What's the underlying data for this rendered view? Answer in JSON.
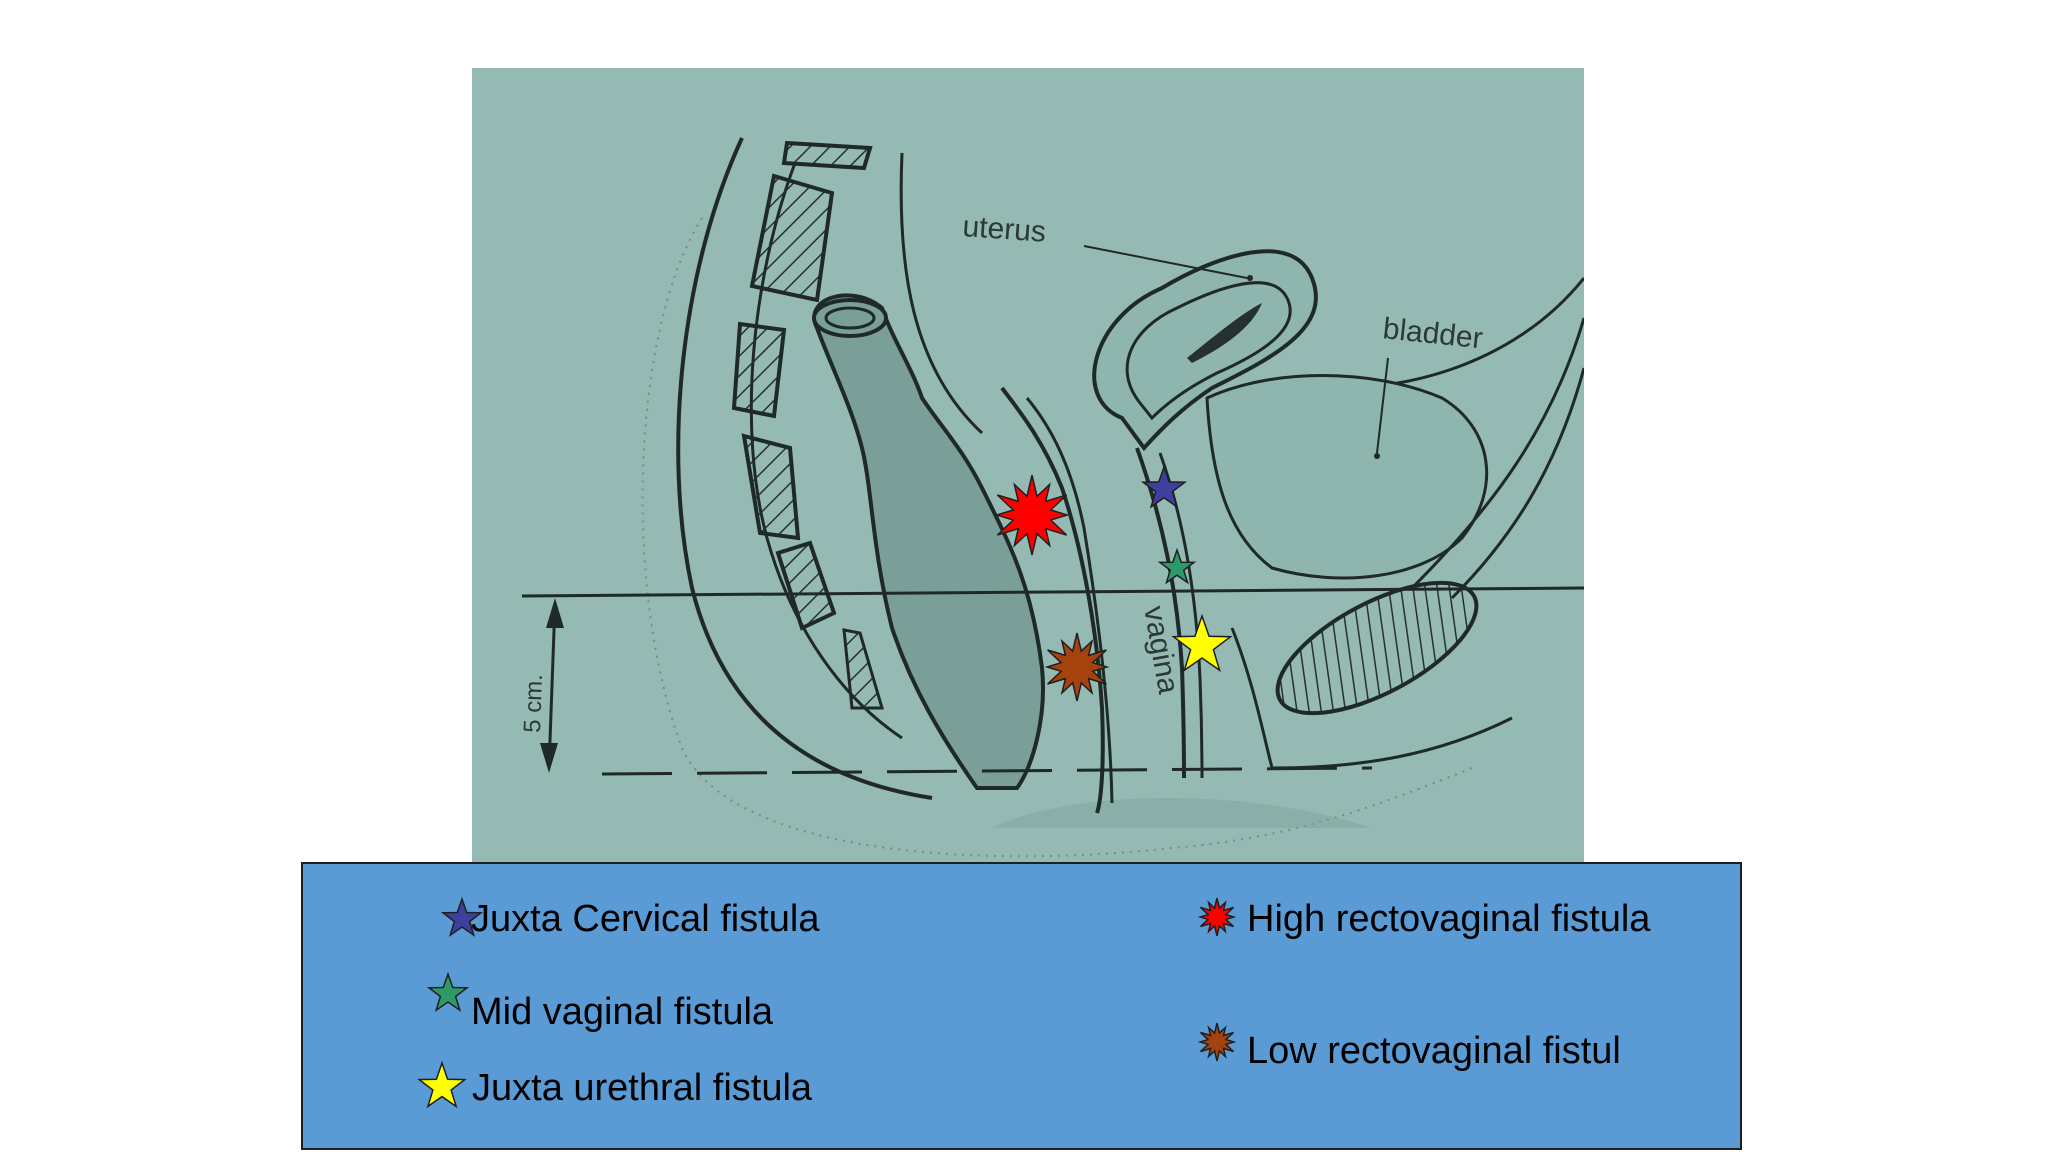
{
  "diagram": {
    "labels": {
      "uterus": "uterus",
      "bladder": "bladder",
      "vagina": "vagina",
      "distance": "5 cm."
    }
  },
  "legend": {
    "items": [
      {
        "id": "juxta-cervical",
        "label": "Juxta Cervical fistula",
        "marker": "star",
        "color": "#3f3f9f"
      },
      {
        "id": "mid-vaginal",
        "label": "Mid vaginal fistula",
        "marker": "star",
        "color": "#2e9a6a"
      },
      {
        "id": "juxta-urethral",
        "label": "Juxta urethral fistula",
        "marker": "star",
        "color": "#ffff00"
      },
      {
        "id": "high-rectovaginal",
        "label": "High rectovaginal fistula",
        "marker": "burst",
        "color": "#ff0000"
      },
      {
        "id": "low-rectovaginal",
        "label": "Low rectovaginal fistul",
        "marker": "burst",
        "color": "#a5420d"
      }
    ]
  }
}
